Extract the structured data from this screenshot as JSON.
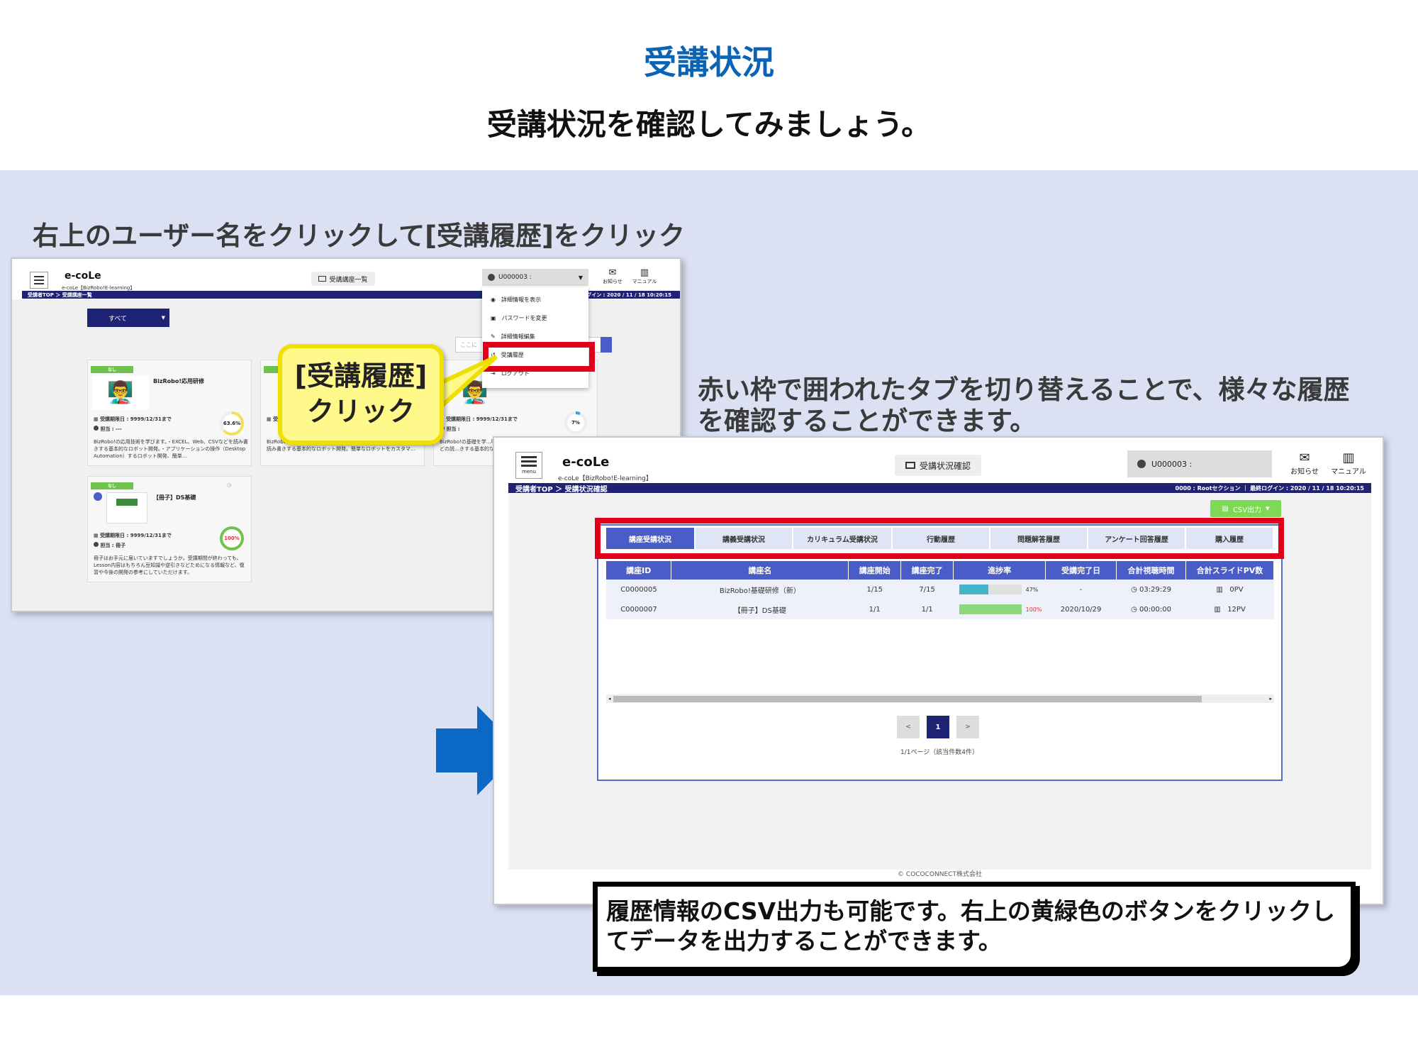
{
  "slide": {
    "title": "受講状況",
    "subtitle": "受講状況を確認してみましょう。",
    "step1": "右上のユーザー名をクリックして[受講履歴]をクリック",
    "step2": "赤い枠で囲われたタブを切り替えることで、様々な履歴を確認することができます。",
    "callout": "[受講履歴]\nクリック",
    "note": "履歴情報のCSV出力も可能です。右上の黄緑色のボタンをクリックしてデータを出力することができます。"
  },
  "colors": {
    "title": "#0b63b6",
    "band": "#dbe1f3",
    "highlight": "#e0001b",
    "callout_bg": "#fff88a",
    "callout_border": "#f0e000",
    "arrow": "#0b68c4",
    "csv_button": "#7ed957"
  },
  "shot1": {
    "menu_label": "menu",
    "logo": "e-coLe",
    "logo_sub": "e-coLe【BizRobo!E-learning】",
    "center_button": "受講講座一覧",
    "user": "U000003 :",
    "notice": "お知らせ",
    "manual": "マニュアル",
    "breadcrumb": "受講者TOP ＞ 受講講座一覧",
    "login_info": "グイン : 2020 / 11 / 18 10:20:15",
    "filter": "すべて",
    "search_placeholder": "ここに",
    "dropdown": [
      {
        "label": "詳細情報を表示",
        "icon": "eye-icon"
      },
      {
        "label": "パスワードを変更",
        "icon": "lock-icon"
      },
      {
        "label": "詳細情報編集",
        "icon": "edit-icon"
      },
      {
        "label": "受講履歴",
        "icon": "history-icon"
      },
      {
        "label": "ログアウト",
        "icon": "logout-icon"
      }
    ],
    "cards": [
      {
        "tag": "なし",
        "title": "BizRobo!応用研修",
        "deadline": "受講期限日 : 9999/12/31まで",
        "teacher": "担当 : ---",
        "progress": "63.6%",
        "desc": "BizRobo!の応用技術を学びます。・EXCEL、Web、CSVなどを読み書きする基本的なロボット開発。・アプリケーションの操作（Desktop Automation）するロボット開発、簡単…"
      },
      {
        "tag": "なし",
        "title": "",
        "deadline": "受講期限日",
        "teacher": "",
        "progress": "",
        "desc": "BizRobo!の…明から環境などの説明。・EXCEL、PDF、Webなどを読み書きする基本的なロボット開発。簡単なロボットをカスタマ…"
      },
      {
        "tag": "",
        "title": "",
        "deadline": "受講期限日 : 9999/12/31まで",
        "teacher": "担当 :",
        "progress": "7%",
        "desc": "BizRobo!の基礎を学…明から環境などの説…きする基本的なロボ…"
      },
      {
        "tag": "なし",
        "title": "【冊子】DS基礎",
        "deadline": "受講期限日 : 9999/12/31まで",
        "teacher": "担当 : 冊子",
        "progress": "100%",
        "desc": "冊子はお手元に届いていますでしょうか。受講期間が終わっても、Lesson内容はもちろん豆知識や逆引きなどためになる情報など、復習や今後の開発の参考にしていただけます。"
      }
    ]
  },
  "shot2": {
    "menu_label": "menu",
    "logo": "e-coLe",
    "logo_sub": "e-coLe【BizRobo!E-learning】",
    "center_button": "受講状況確認",
    "user": "U000003 :",
    "notice": "お知らせ",
    "manual": "マニュアル",
    "breadcrumb": "受講者TOP ＞ 受講状況確認",
    "login_info": "0000 : Rootセクション ｜ 最終ログイン : 2020 / 11 / 18 10:20:15",
    "csv_button": "CSV出力",
    "tabs": [
      "講座受講状況",
      "講義受講状況",
      "カリキュラム受講状況",
      "行動履歴",
      "問題解答履歴",
      "アンケート回答履歴",
      "購入履歴"
    ],
    "columns": [
      "講座ID",
      "講座名",
      "講座開始",
      "講座完了",
      "進捗率",
      "受講完了日",
      "合計視聴時間",
      "合計スライドPV数"
    ],
    "rows": [
      {
        "id": "C0000005",
        "name": "BizRobo!基礎研修（新）",
        "start": "1/15",
        "done": "7/15",
        "rate": "47%",
        "rate_value": 0.47,
        "date": "-",
        "time": "03:29:29",
        "pv": "0PV"
      },
      {
        "id": "C0000007",
        "name": "【冊子】DS基礎",
        "start": "1/1",
        "done": "1/1",
        "rate": "100%",
        "rate_value": 1.0,
        "date": "2020/10/29",
        "time": "00:00:00",
        "pv": "12PV"
      }
    ],
    "pager": {
      "prev": "<",
      "current": "1",
      "next": ">",
      "info": "1/1ページ（該当件数4件）"
    },
    "footer": "© COCOCONNECT株式会社"
  }
}
